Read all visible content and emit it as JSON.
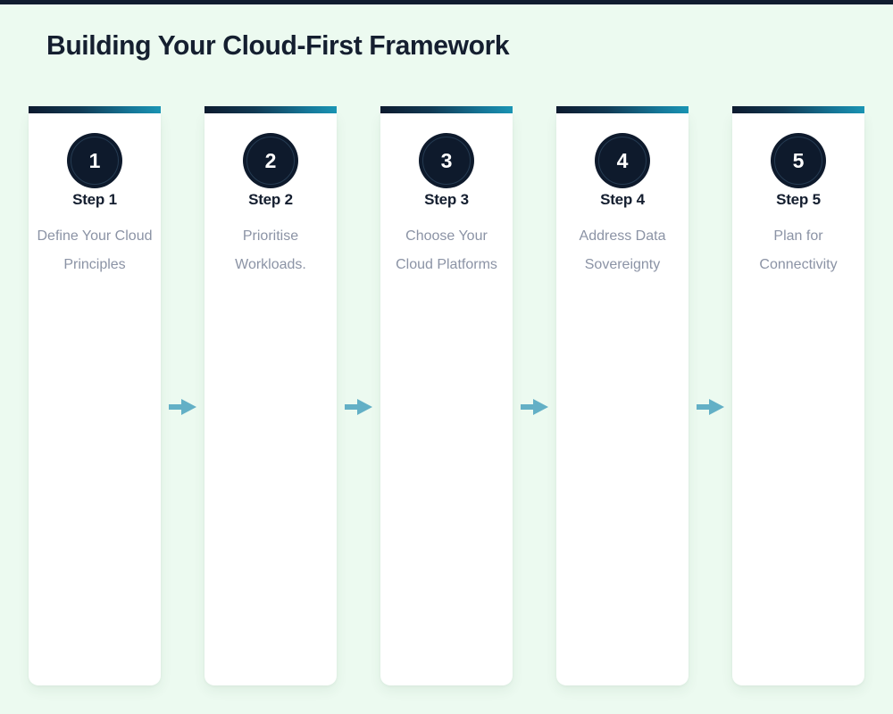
{
  "page": {
    "title": "Building Your Cloud-First Framework",
    "background_color": "#ecfaf0",
    "topbar_color": "#111c30",
    "title_color": "#151f30"
  },
  "theme": {
    "accent_start": "#0d1b2f",
    "accent_end": "#1b95b4",
    "circle_color": "#0e1a2c",
    "desc_color": "#8b93a5",
    "arrow_color": "#63b0c6",
    "card_color": "#ffffff"
  },
  "steps": [
    {
      "number": "1",
      "label": "Step 1",
      "description": "Define Your Cloud Principles"
    },
    {
      "number": "2",
      "label": "Step 2",
      "description": "Prioritise Workloads."
    },
    {
      "number": "3",
      "label": "Step 3",
      "description": "Choose Your Cloud Platforms"
    },
    {
      "number": "4",
      "label": "Step 4",
      "description": "Address Data Sovereignty"
    },
    {
      "number": "5",
      "label": "Step 5",
      "description": "Plan for Connectivity"
    }
  ],
  "connectors": [
    {
      "icon": "arrow-right-icon"
    },
    {
      "icon": "arrow-right-icon"
    },
    {
      "icon": "arrow-right-icon"
    },
    {
      "icon": "arrow-right-icon"
    }
  ]
}
